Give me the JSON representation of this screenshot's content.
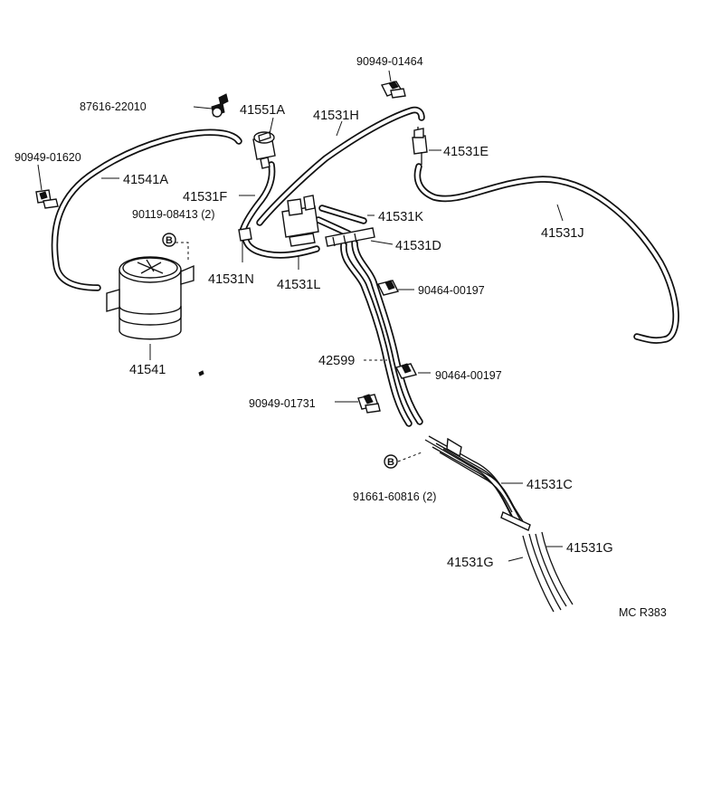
{
  "labels": {
    "p90949_01464": "90949-01464",
    "p87616_22010": "87616-22010",
    "p41551A": "41551A",
    "p41531H": "41531H",
    "p41531E": "41531E",
    "p90949_01620": "90949-01620",
    "p41541A": "41541A",
    "p41531F": "41531F",
    "p90119_08413": "90119-08413 (2)",
    "p41531K": "41531K",
    "p41531J": "41531J",
    "p41531D": "41531D",
    "p41531N": "41531N",
    "p41531L": "41531L",
    "p90464_00197_a": "90464-00197",
    "p42599": "42599",
    "p90464_00197_b": "90464-00197",
    "p41541": "41541",
    "p90949_01731": "90949-01731",
    "p41531C": "41531C",
    "p91661_60816": "91661-60816 (2)",
    "p41531G_right": "41531G",
    "p41531G_left": "41531G"
  },
  "markers": {
    "bolt_b": "B"
  },
  "reference": "MC R383",
  "colors": {
    "line": "#111111",
    "background": "#ffffff"
  }
}
